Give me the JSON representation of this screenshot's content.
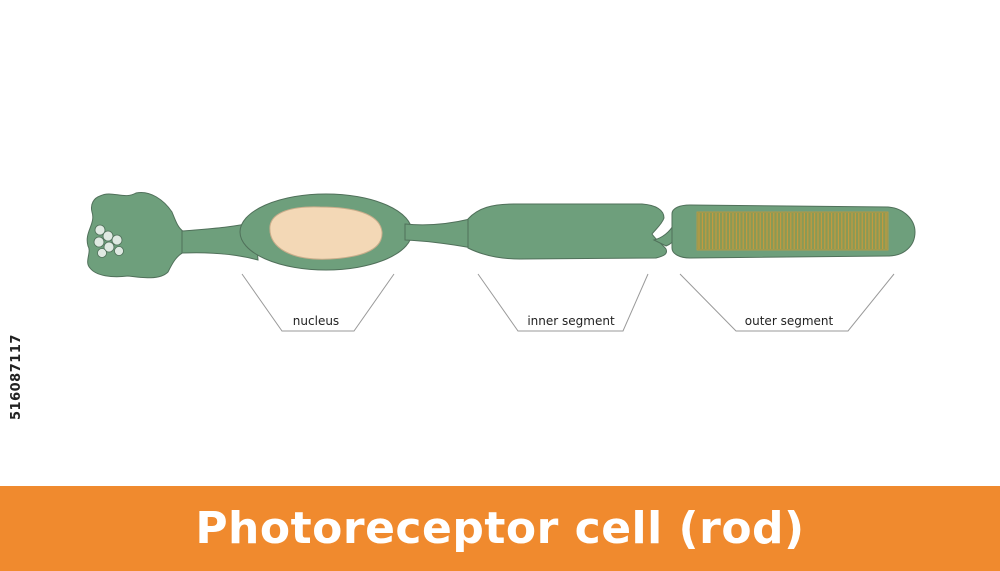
{
  "labels": {
    "nucleus": "nucleus",
    "inner_segment": "inner segment",
    "outer_segment": "outer segment"
  },
  "title": "Photoreceptor cell (rod)",
  "side_id": "516087117",
  "colors": {
    "cell_fill": "#6e9f7c",
    "cell_stroke": "#50705a",
    "nucleus_fill": "#f3d8b6",
    "nucleus_stroke": "#c9ad8b",
    "disc_lines": "#c39a3f",
    "title_band": "#f08a2e",
    "leader_lines": "#9a9a9a"
  }
}
